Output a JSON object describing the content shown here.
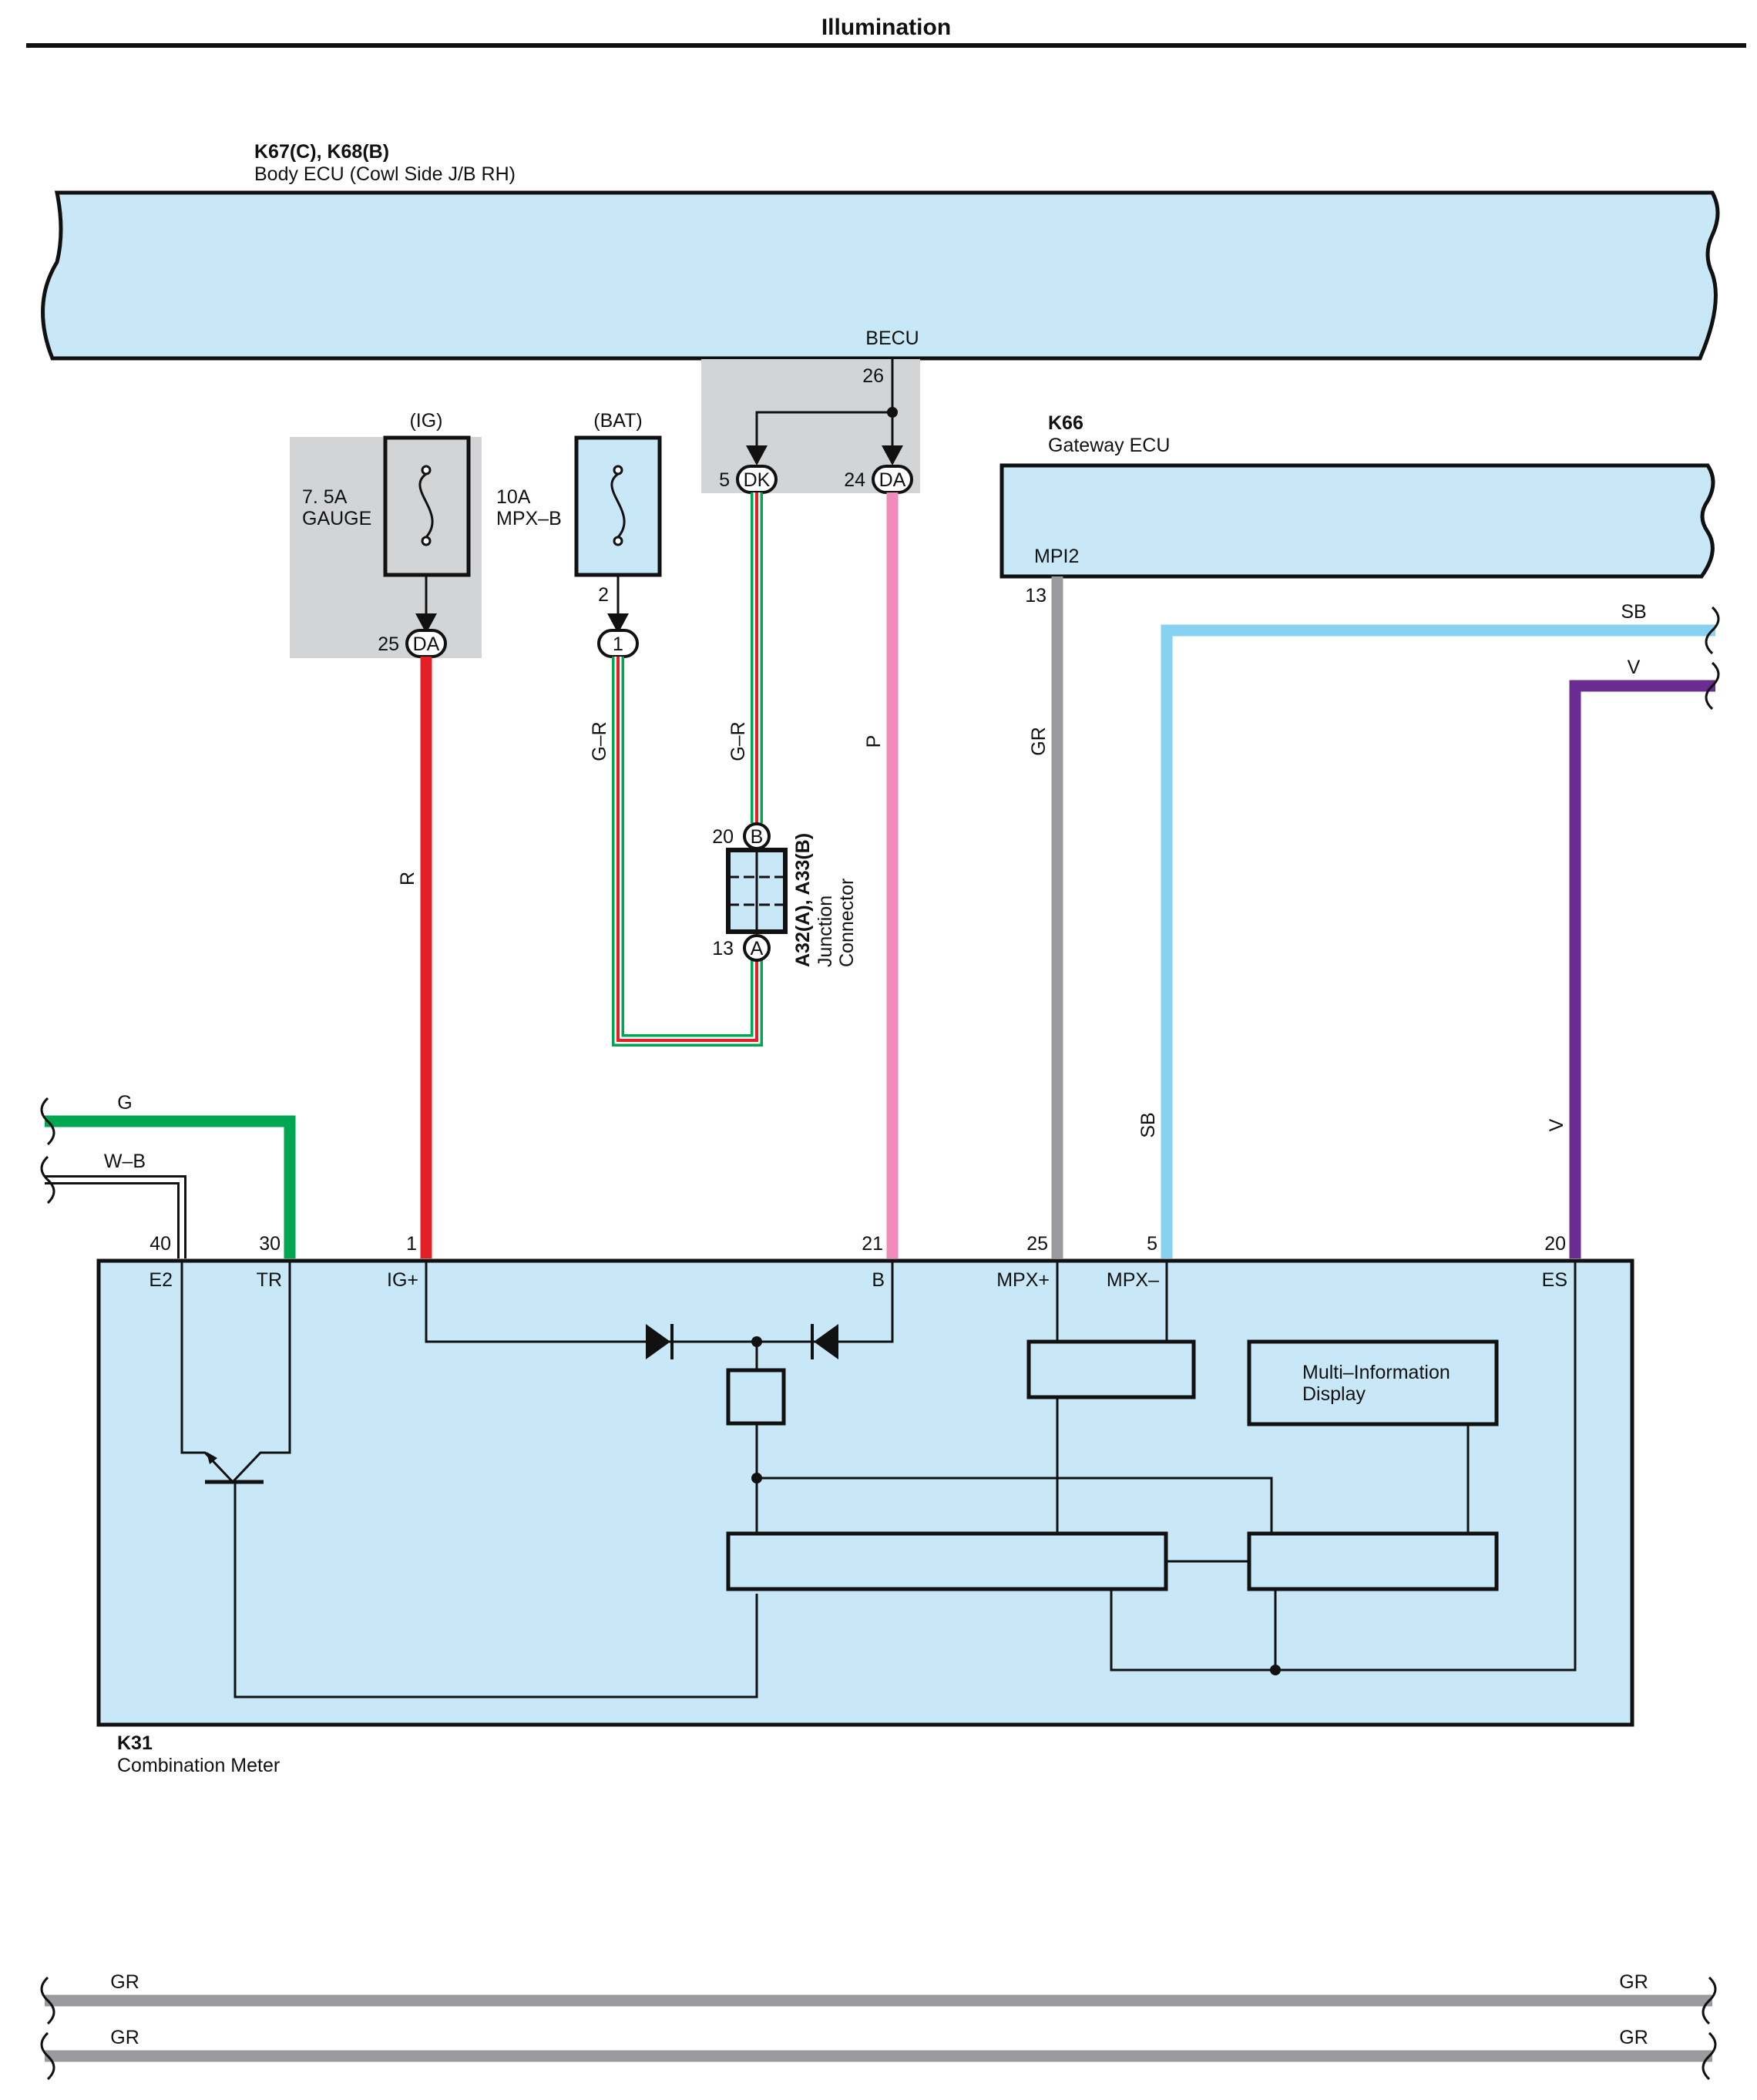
{
  "title": "Illumination",
  "body_ecu": {
    "code": "K67(C), K68(B)",
    "name": "Body ECU (Cowl Side J/B RH)",
    "terminal_name": "BECU",
    "terminal_pin": "26"
  },
  "fuse_ig": {
    "header": "(IG)",
    "rating": "7. 5A",
    "name": "GAUGE",
    "pin": "25",
    "conn": "DA"
  },
  "fuse_bat": {
    "header": "(BAT)",
    "rating": "10A",
    "name": "MPX–B",
    "pin": "2",
    "conn": "1"
  },
  "becu_branch": {
    "pin_left": "5",
    "conn_left": "DK",
    "pin_right": "24",
    "conn_right": "DA"
  },
  "gateway": {
    "code": "K66",
    "name": "Gateway ECU",
    "terminal": "MPI2",
    "pin": "13"
  },
  "junction": {
    "code": "A32(A), A33(B)",
    "name_line1": "Junction",
    "name_line2": "Connector",
    "pin_top": "20",
    "conn_top": "B",
    "pin_bottom": "13",
    "conn_bottom": "A"
  },
  "wires": {
    "r": "R",
    "gr_bat": "G–R",
    "gr_dk": "G–R",
    "p": "P",
    "gr_gw": "GR",
    "sb": "SB",
    "sb_right": "SB",
    "v": "V",
    "v_right": "V",
    "g": "G",
    "wb": "W–B"
  },
  "meter": {
    "code": "K31",
    "name": "Combination Meter",
    "pins": [
      "40",
      "30",
      "1",
      "21",
      "25",
      "5",
      "20"
    ],
    "terminals": [
      "E2",
      "TR",
      "IG+",
      "B",
      "MPX+",
      "MPX–",
      "ES"
    ],
    "mid_line1": "Multi–Information",
    "mid_line2": "Display"
  },
  "bottom": {
    "gr1_left": "GR",
    "gr1_right": "GR",
    "gr2_left": "GR",
    "gr2_right": "GR"
  },
  "colors": {
    "box_fill": "#c8e8f8",
    "gray_box": "#d3d4d6",
    "red": "#e41f26",
    "green": "#00a651",
    "pink": "#f08bbb",
    "gray_wire": "#9a9b9e",
    "sky_blue": "#87d1f3",
    "violet": "#6a2c91"
  }
}
